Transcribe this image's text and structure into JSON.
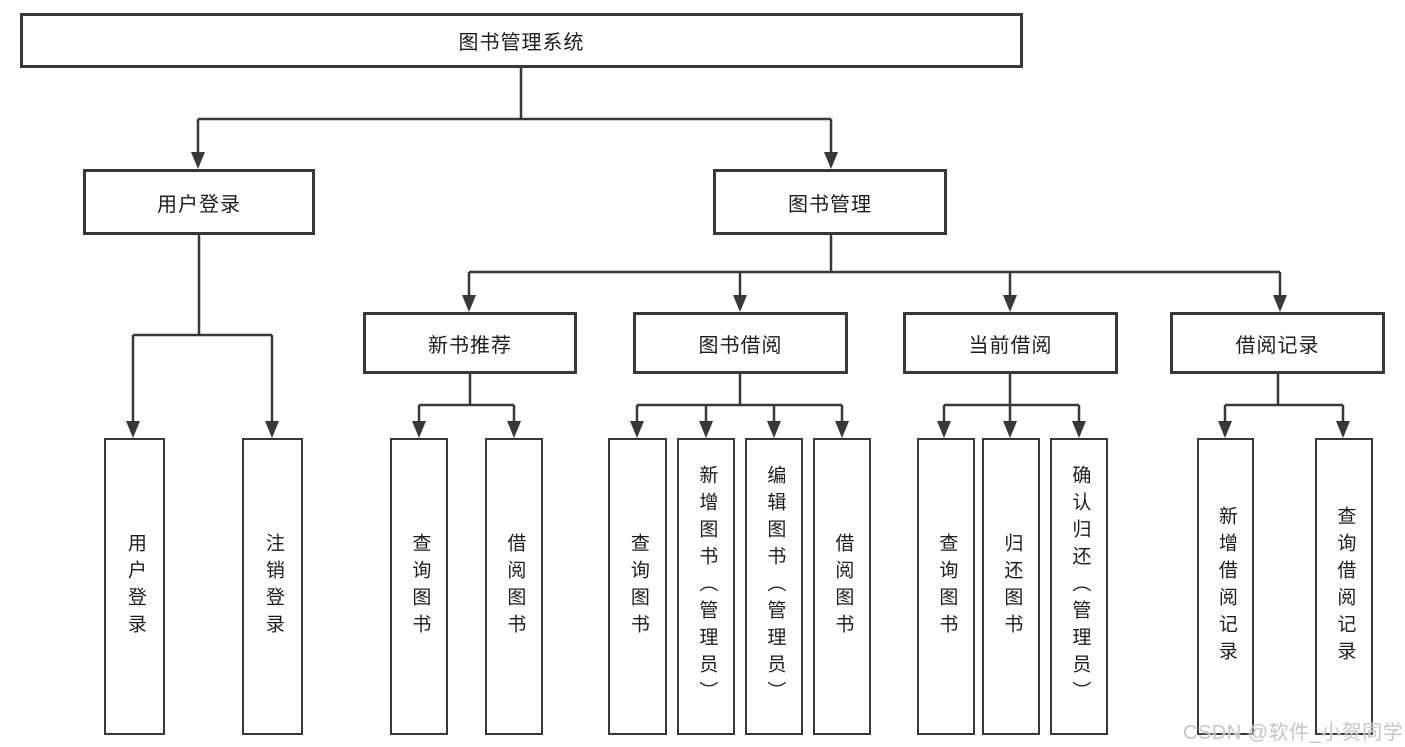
{
  "tree": {
    "root": {
      "label": "图书管理系统",
      "children": [
        {
          "label": "用户登录",
          "children": [
            {
              "label": "用户登录"
            },
            {
              "label": "注销登录"
            }
          ]
        },
        {
          "label": "图书管理",
          "children": [
            {
              "label": "新书推荐",
              "children": [
                {
                  "label": "查询图书"
                },
                {
                  "label": "借阅图书"
                }
              ]
            },
            {
              "label": "图书借阅",
              "children": [
                {
                  "label": "查询图书"
                },
                {
                  "label": "新增图书（管理员）"
                },
                {
                  "label": "编辑图书（管理员）"
                },
                {
                  "label": "借阅图书"
                }
              ]
            },
            {
              "label": "当前借阅",
              "children": [
                {
                  "label": "查询图书"
                },
                {
                  "label": "归还图书"
                },
                {
                  "label": "确认归还（管理员）"
                }
              ]
            },
            {
              "label": "借阅记录",
              "children": [
                {
                  "label": "新增借阅记录"
                },
                {
                  "label": "查询借阅记录"
                }
              ]
            }
          ]
        }
      ]
    }
  },
  "watermark": {
    "text": "CSDN @软件_小贺同学"
  },
  "colors": {
    "line": "#383838",
    "text": "#1d1d1d",
    "background": "#ffffff",
    "watermark": "#c6c6c6"
  }
}
